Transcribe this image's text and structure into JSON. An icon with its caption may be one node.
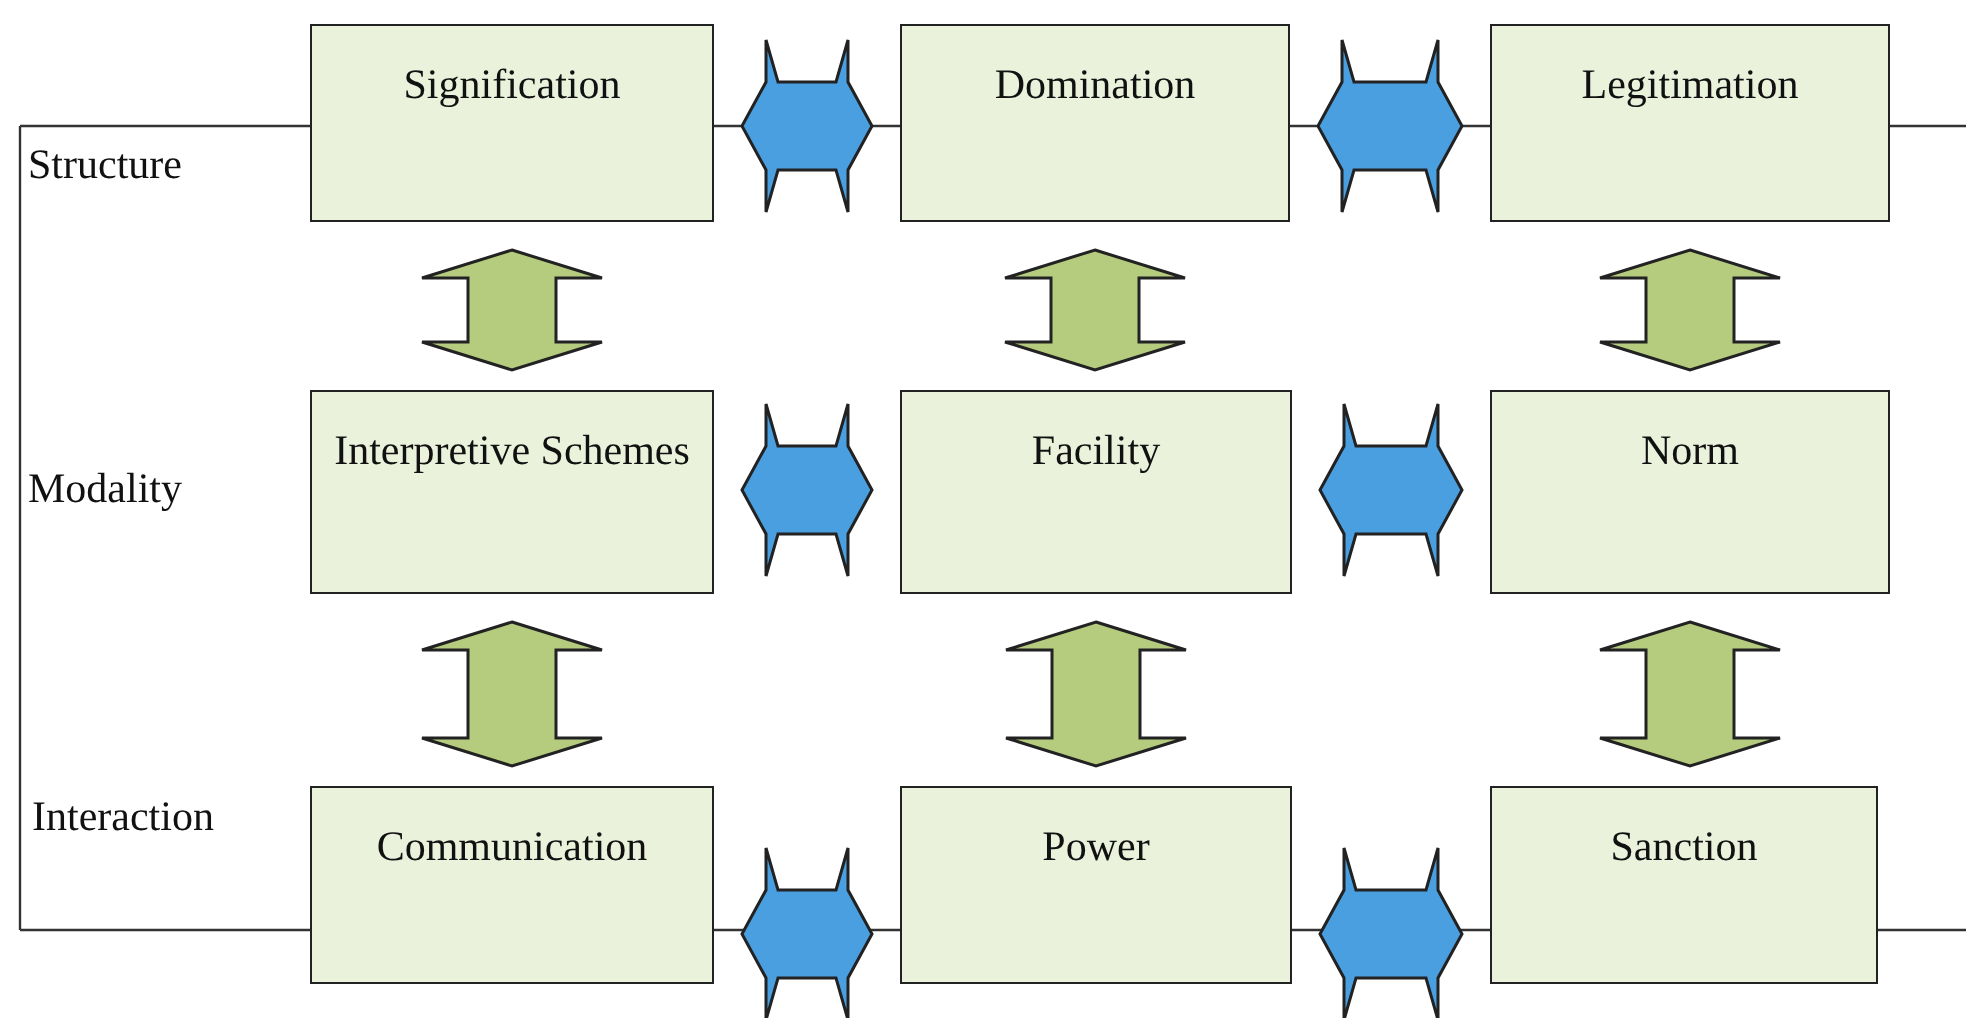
{
  "diagram": {
    "nodes": [
      {
        "text": [
          "Signification"
        ]
      },
      {
        "text": [
          "Domination"
        ]
      },
      {
        "text": [
          "Legitimation"
        ]
      },
      {
        "text": [
          "Interpretive Schemes"
        ]
      },
      {
        "text": [
          "Facility"
        ]
      },
      {
        "text": [
          "Norm"
        ]
      },
      {
        "text": [
          "Communication"
        ]
      },
      {
        "text": [
          "Power"
        ]
      },
      {
        "text": [
          "Sanction"
        ]
      }
    ],
    "edges": [
      {
        "from": 0,
        "to": 1,
        "arrow": "both",
        "color": "#4a9fe0"
      },
      {
        "from": 1,
        "to": 2,
        "arrow": "both",
        "color": "#4a9fe0"
      },
      {
        "from": 3,
        "to": 4,
        "arrow": "both",
        "color": "#4a9fe0"
      },
      {
        "from": 4,
        "to": 5,
        "arrow": "both",
        "color": "#4a9fe0"
      },
      {
        "from": 6,
        "to": 7,
        "arrow": "both",
        "color": "#4a9fe0"
      },
      {
        "from": 7,
        "to": 8,
        "arrow": "both",
        "color": "#4a9fe0"
      },
      {
        "from": 0,
        "to": 3,
        "arrow": "both",
        "color": "#b5cc7f"
      },
      {
        "from": 3,
        "to": 6,
        "arrow": "both",
        "color": "#b5cc7f"
      },
      {
        "from": 1,
        "to": 4,
        "arrow": "both",
        "color": "#b5cc7f"
      },
      {
        "from": 4,
        "to": 7,
        "arrow": "both",
        "color": "#b5cc7f"
      },
      {
        "from": 2,
        "to": 5,
        "arrow": "both",
        "color": "#b5cc7f"
      },
      {
        "from": 5,
        "to": 8,
        "arrow": "both",
        "color": "#b5cc7f"
      }
    ],
    "labels": [
      "Structure",
      "Modality",
      "Interaction"
    ]
  }
}
